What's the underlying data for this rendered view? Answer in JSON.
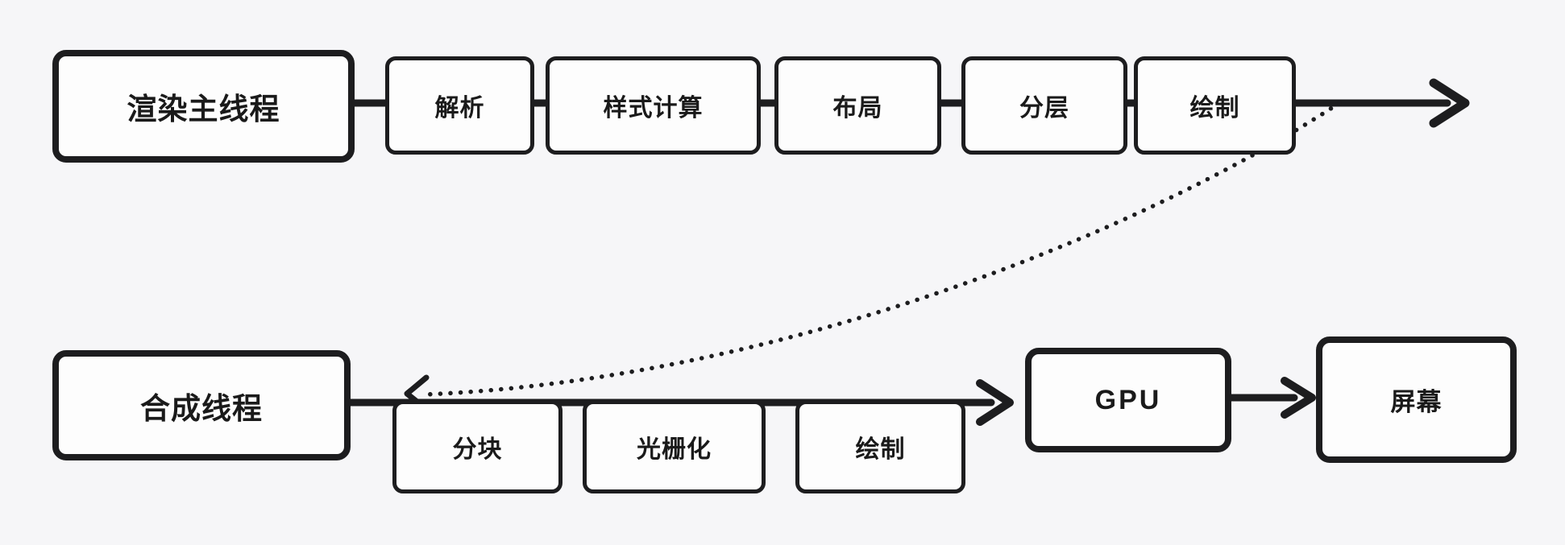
{
  "canvas": {
    "background_color": "#f6f6f8",
    "stroke_color": "#1d1d1f",
    "box_fill_color": "#fdfdfd",
    "text_color": "#1a1a1a"
  },
  "main_row": {
    "thread_label": "渲染主线程",
    "stages": [
      "解析",
      "样式计算",
      "布局",
      "分层",
      "绘制"
    ]
  },
  "compositor_row": {
    "thread_label": "合成线程",
    "stages": [
      "分块",
      "光栅化",
      "绘制"
    ],
    "gpu_label": "GPU",
    "screen_label": "屏幕"
  }
}
